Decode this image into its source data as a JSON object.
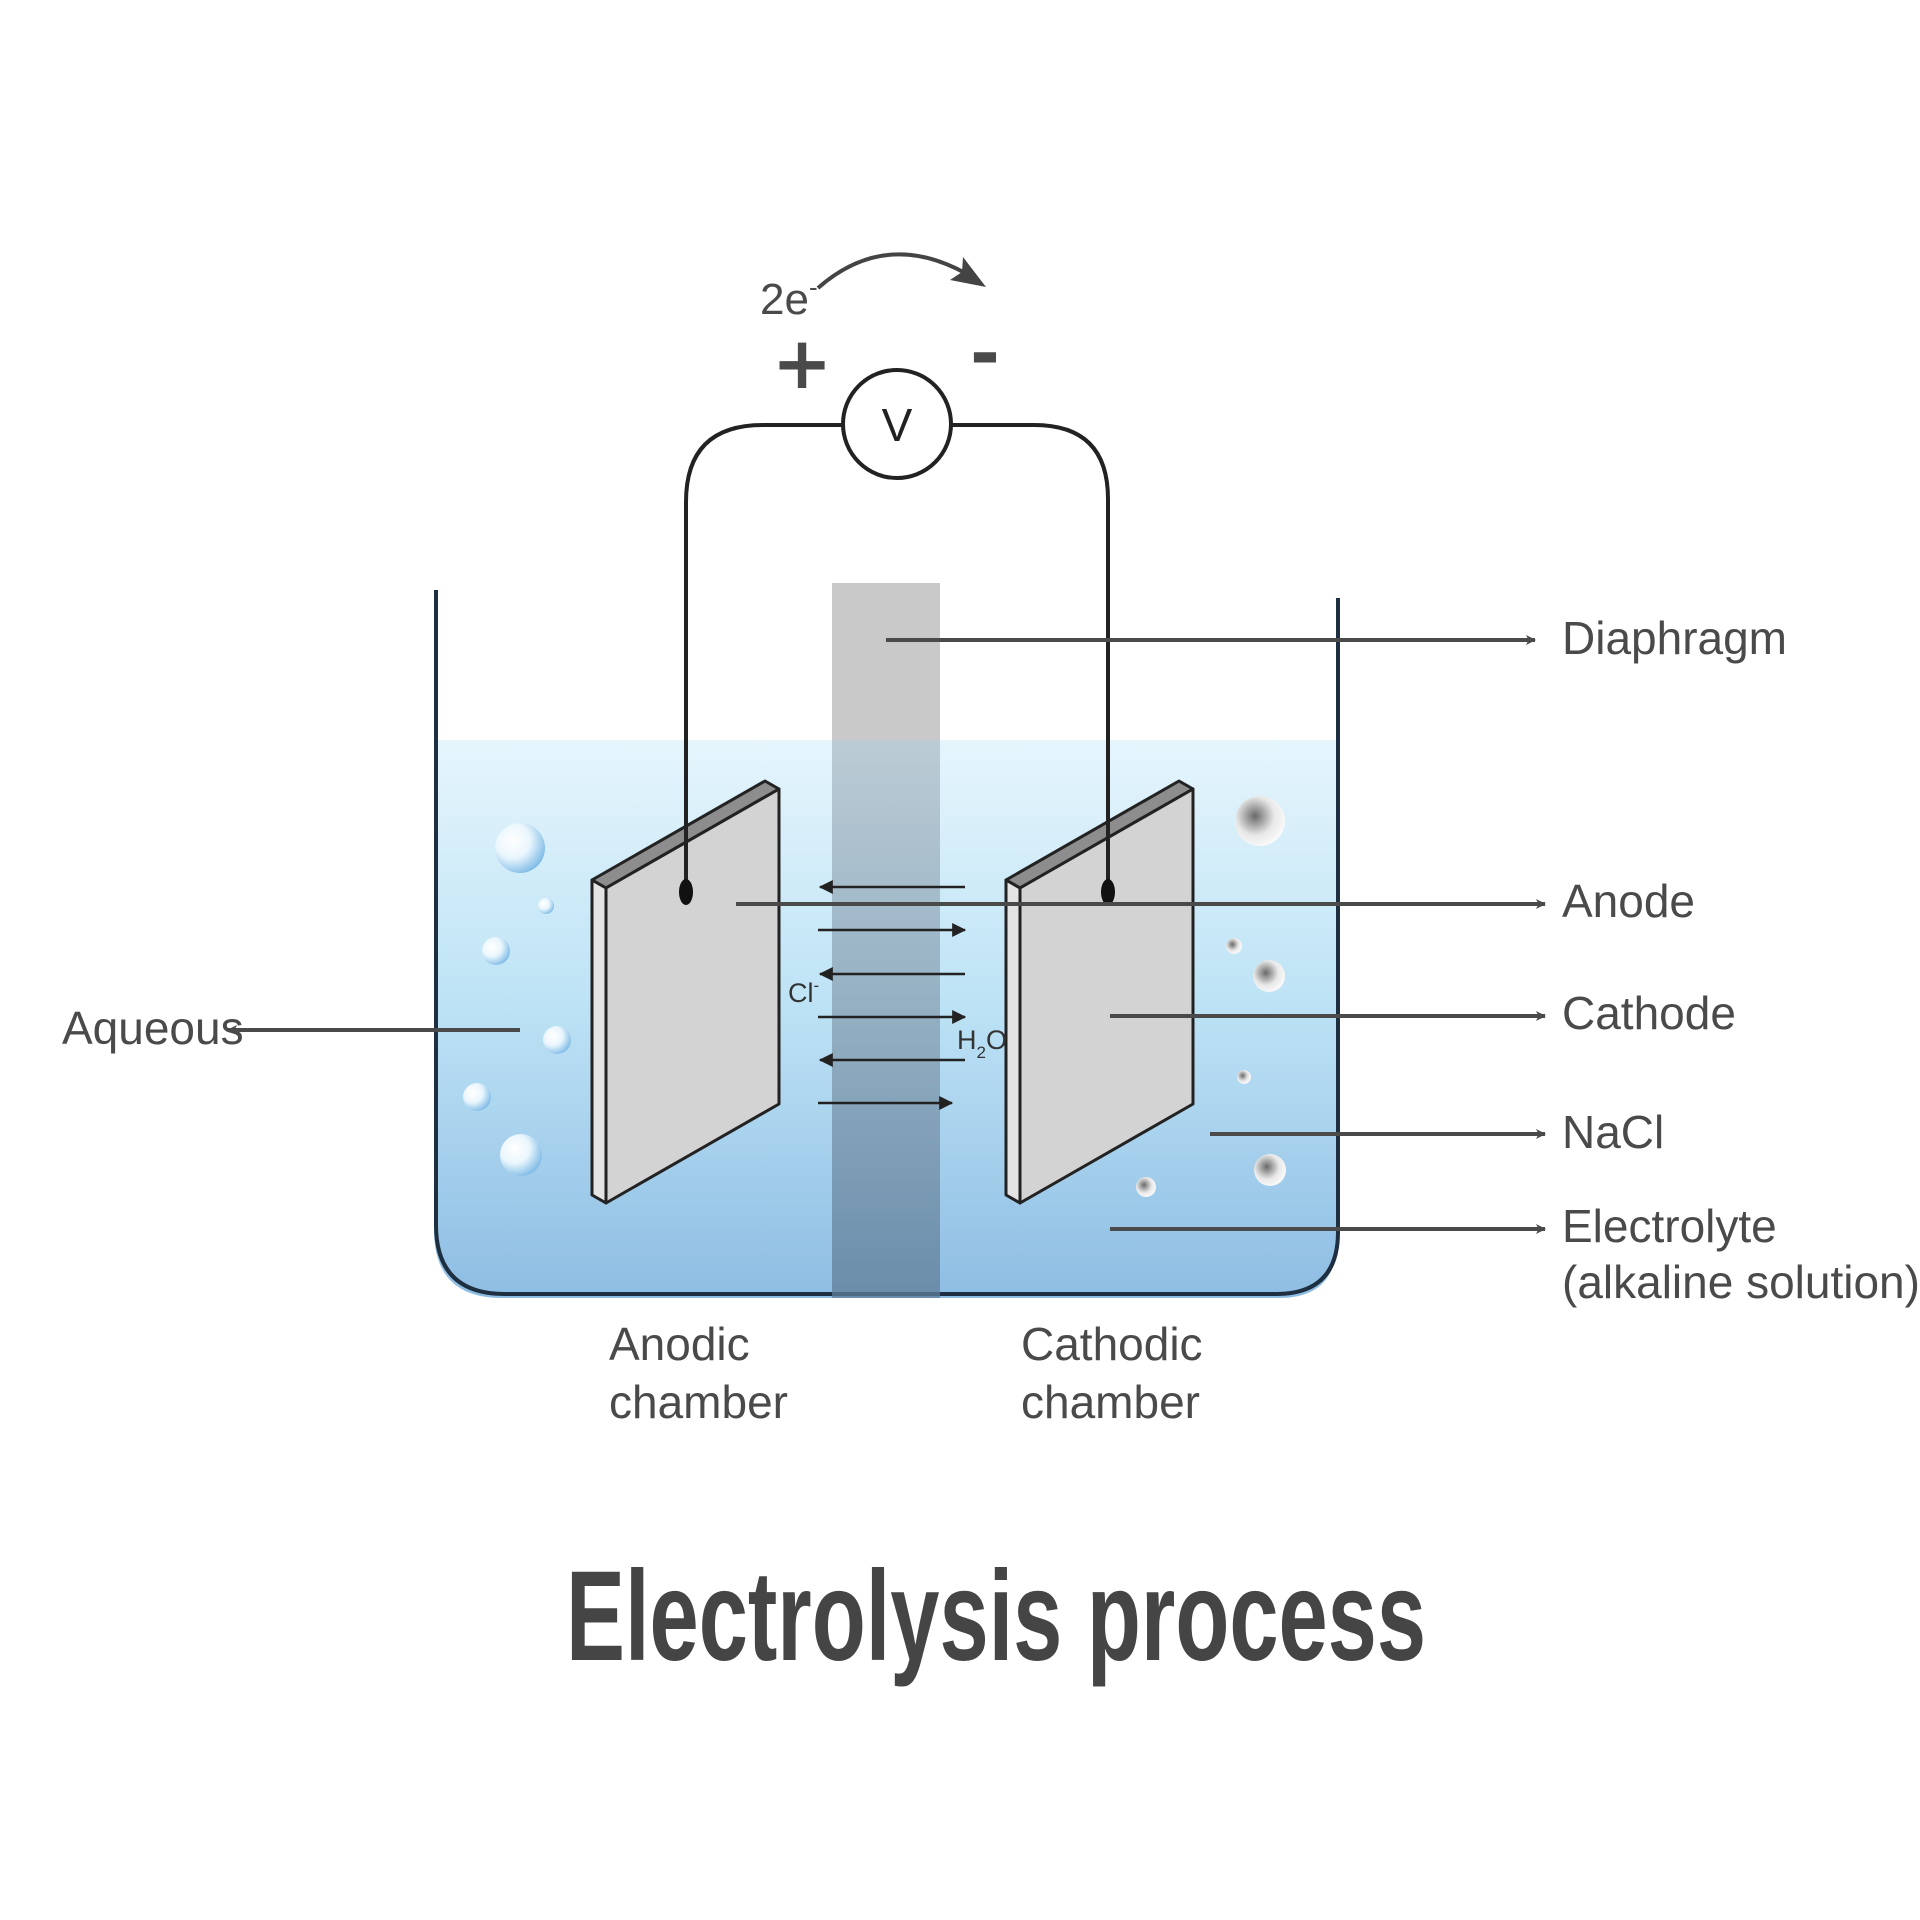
{
  "title": "Electrolysis process",
  "labels": {
    "diaphragm": "Diaphragm",
    "anode": "Anode",
    "cathode": "Cathode",
    "nacl": "NaCl",
    "electrolyte_line1": "Electrolyte",
    "electrolyte_line2": "(alkaline solution)",
    "aqueous": "Aqueous",
    "anodic_line1": "Anodic",
    "anodic_line2": "chamber",
    "cathodic_line1": "Cathodic",
    "cathodic_line2": "chamber"
  },
  "circuit": {
    "electrons": "2e",
    "electron_charge": "-",
    "plus": "+",
    "minus": "-",
    "voltmeter": "V"
  },
  "ions": {
    "chloride": "Cl",
    "chloride_charge": "-",
    "water_h": "H",
    "water_sub": "2",
    "water_o": "O"
  },
  "colors": {
    "text": "#4a4a4a",
    "water_top": "#e3f4fc",
    "water_bottom": "#8dbde3",
    "diaphragm": "#c9c9c9",
    "electrode": "#d3d3d3"
  }
}
